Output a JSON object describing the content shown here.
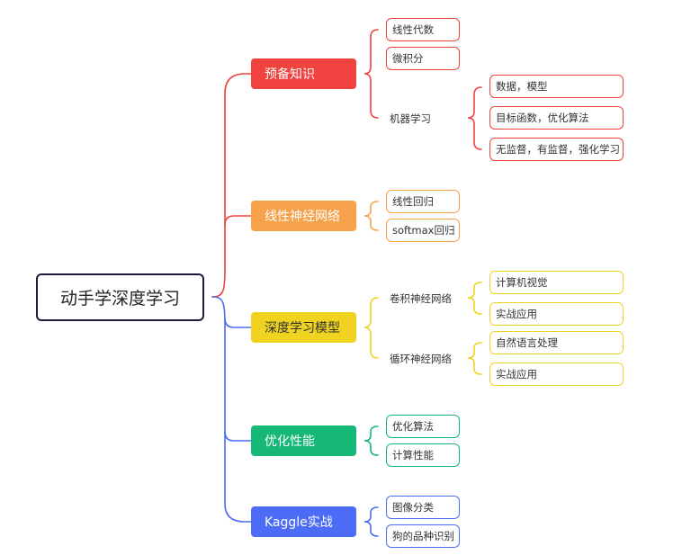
{
  "colors": {
    "red": "#f0423e",
    "orange": "#f5a24a",
    "yellow": "#f0d321",
    "green": "#16b878",
    "blue": "#4d6cf5",
    "root_border": "#1d1a3a"
  },
  "mindmap": {
    "root": "动手学深度学习",
    "branches": [
      {
        "label": "预备知识",
        "children": [
          {
            "label": "线性代数"
          },
          {
            "label": "微积分"
          },
          {
            "label": "机器学习",
            "children": [
              "数据，模型",
              "目标函数，优化算法",
              "无监督，有监督，强化学习"
            ]
          }
        ]
      },
      {
        "label": "线性神经网络",
        "children": [
          {
            "label": "线性回归"
          },
          {
            "label": "softmax回归"
          }
        ]
      },
      {
        "label": "深度学习模型",
        "children": [
          {
            "label": "卷积神经网络",
            "children": [
              "计算机视觉",
              "实战应用"
            ]
          },
          {
            "label": "循环神经网络",
            "children": [
              "自然语言处理",
              "实战应用"
            ]
          }
        ]
      },
      {
        "label": "优化性能",
        "children": [
          {
            "label": "优化算法"
          },
          {
            "label": "计算性能"
          }
        ]
      },
      {
        "label": "Kaggle实战",
        "children": [
          {
            "label": "图像分类"
          },
          {
            "label": "狗的品种识别"
          }
        ]
      }
    ]
  }
}
